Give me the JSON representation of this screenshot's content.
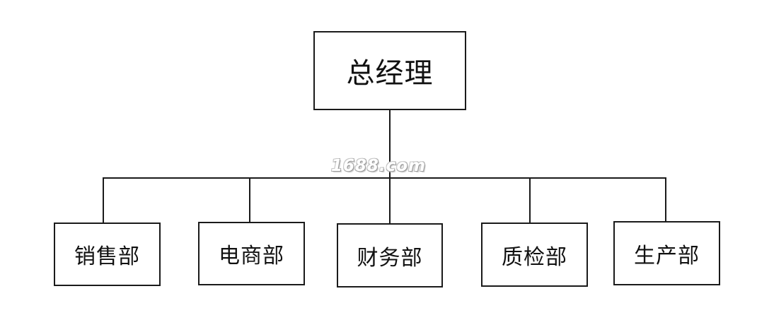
{
  "org_chart": {
    "root": {
      "label": "总经理"
    },
    "departments": [
      {
        "label": "销售部"
      },
      {
        "label": "电商部"
      },
      {
        "label": "财务部"
      },
      {
        "label": "质检部"
      },
      {
        "label": "生产部"
      }
    ]
  },
  "watermark": {
    "text": "1688.com"
  },
  "colors": {
    "line": "#1a1a1a",
    "background": "#ffffff",
    "text": "#111111"
  }
}
